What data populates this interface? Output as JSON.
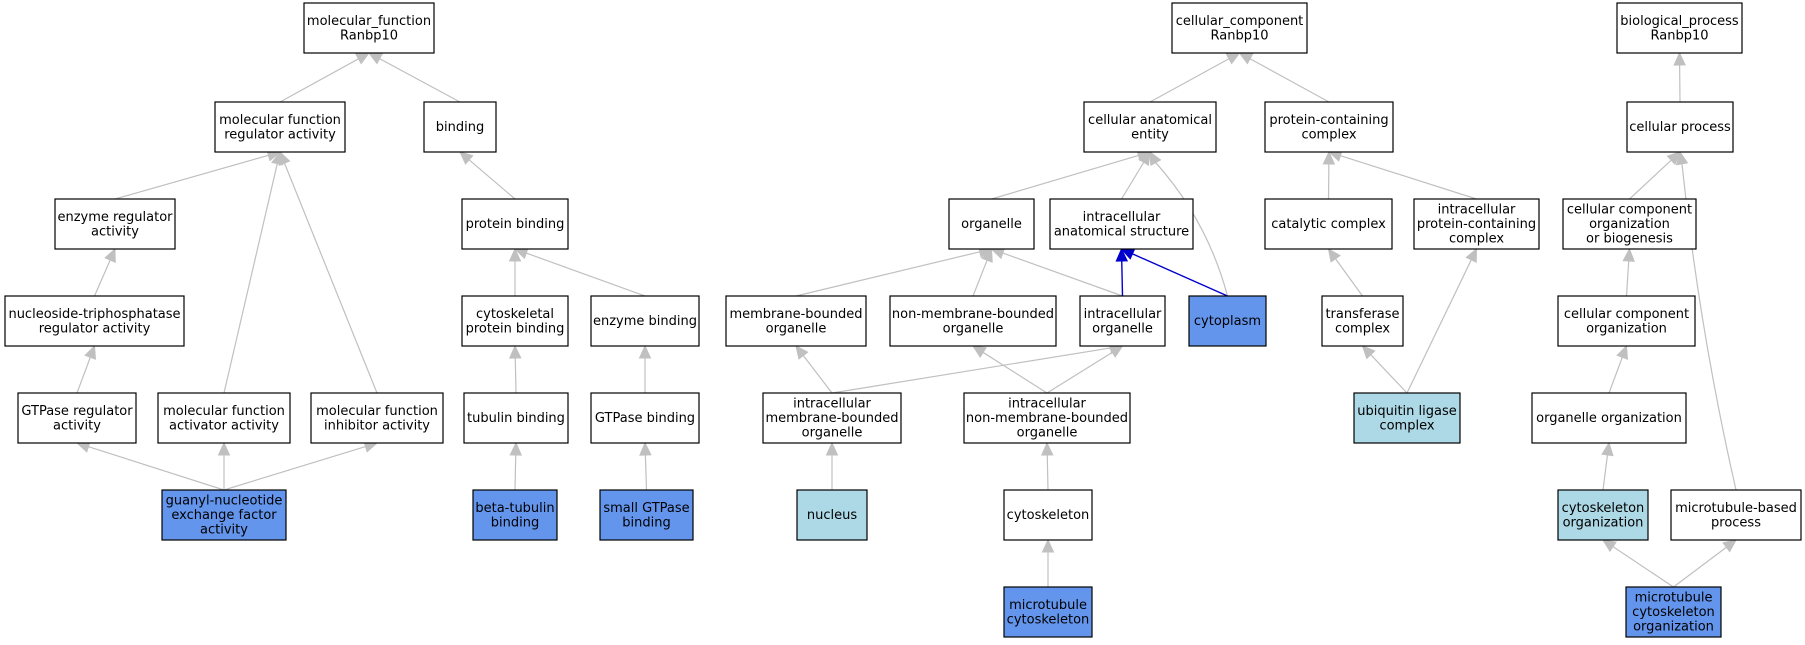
{
  "colors": {
    "node_fill_default": "#ffffff",
    "node_fill_highlight": "#6495ed",
    "node_fill_light": "#add8e6",
    "node_stroke": "#000000",
    "edge_default": "#c0c0c0",
    "edge_highlight": "#0000cd"
  },
  "nodes": {
    "mf_root": {
      "lines": [
        "molecular_function",
        "Ranbp10"
      ],
      "style": "default"
    },
    "mf_regulator": {
      "lines": [
        "molecular function",
        "regulator activity"
      ],
      "style": "default"
    },
    "binding": {
      "lines": [
        "binding"
      ],
      "style": "default"
    },
    "enzyme_regulator": {
      "lines": [
        "enzyme regulator",
        "activity"
      ],
      "style": "default"
    },
    "protein_binding": {
      "lines": [
        "protein binding"
      ],
      "style": "default"
    },
    "ntpase_regulator": {
      "lines": [
        "nucleoside-triphosphatase",
        "regulator activity"
      ],
      "style": "default"
    },
    "cytoskeletal_protein_binding": {
      "lines": [
        "cytoskeletal",
        "protein binding"
      ],
      "style": "default"
    },
    "enzyme_binding": {
      "lines": [
        "enzyme binding"
      ],
      "style": "default"
    },
    "gtpase_regulator": {
      "lines": [
        "GTPase regulator",
        "activity"
      ],
      "style": "default"
    },
    "mf_activator": {
      "lines": [
        "molecular function",
        "activator activity"
      ],
      "style": "default"
    },
    "mf_inhibitor": {
      "lines": [
        "molecular function",
        "inhibitor activity"
      ],
      "style": "default"
    },
    "tubulin_binding": {
      "lines": [
        "tubulin binding"
      ],
      "style": "default"
    },
    "gtpase_binding": {
      "lines": [
        "GTPase binding"
      ],
      "style": "default"
    },
    "gnef_activity": {
      "lines": [
        "guanyl-nucleotide",
        "exchange factor",
        "activity"
      ],
      "style": "highlight"
    },
    "beta_tubulin_binding": {
      "lines": [
        "beta-tubulin",
        "binding"
      ],
      "style": "highlight"
    },
    "small_gtpase_binding": {
      "lines": [
        "small GTPase",
        "binding"
      ],
      "style": "highlight"
    },
    "cc_root": {
      "lines": [
        "cellular_component",
        "Ranbp10"
      ],
      "style": "default"
    },
    "cellular_anatomical_entity": {
      "lines": [
        "cellular anatomical",
        "entity"
      ],
      "style": "default"
    },
    "protein_containing_complex": {
      "lines": [
        "protein-containing",
        "complex"
      ],
      "style": "default"
    },
    "organelle": {
      "lines": [
        "organelle"
      ],
      "style": "default"
    },
    "intracellular_anatomical_structure": {
      "lines": [
        "intracellular",
        "anatomical structure"
      ],
      "style": "default"
    },
    "catalytic_complex": {
      "lines": [
        "catalytic complex"
      ],
      "style": "default"
    },
    "intracellular_protein_containing_complex": {
      "lines": [
        "intracellular",
        "protein-containing",
        "complex"
      ],
      "style": "default"
    },
    "membrane_bounded_organelle": {
      "lines": [
        "membrane-bounded",
        "organelle"
      ],
      "style": "default"
    },
    "non_membrane_bounded_organelle": {
      "lines": [
        "non-membrane-bounded",
        "organelle"
      ],
      "style": "default"
    },
    "intracellular_organelle": {
      "lines": [
        "intracellular",
        "organelle"
      ],
      "style": "default"
    },
    "cytoplasm": {
      "lines": [
        "cytoplasm"
      ],
      "style": "highlight"
    },
    "transferase_complex": {
      "lines": [
        "transferase",
        "complex"
      ],
      "style": "default"
    },
    "intracellular_membrane_bounded_organelle": {
      "lines": [
        "intracellular",
        "membrane-bounded",
        "organelle"
      ],
      "style": "default"
    },
    "intracellular_non_membrane_bounded_organelle": {
      "lines": [
        "intracellular",
        "non-membrane-bounded",
        "organelle"
      ],
      "style": "default"
    },
    "ubiquitin_ligase_complex": {
      "lines": [
        "ubiquitin ligase",
        "complex"
      ],
      "style": "light"
    },
    "nucleus": {
      "lines": [
        "nucleus"
      ],
      "style": "light"
    },
    "cytoskeleton": {
      "lines": [
        "cytoskeleton"
      ],
      "style": "default"
    },
    "microtubule_cytoskeleton": {
      "lines": [
        "microtubule",
        "cytoskeleton"
      ],
      "style": "highlight"
    },
    "bp_root": {
      "lines": [
        "biological_process",
        "Ranbp10"
      ],
      "style": "default"
    },
    "cellular_process": {
      "lines": [
        "cellular process"
      ],
      "style": "default"
    },
    "cc_organization_or_biogenesis": {
      "lines": [
        "cellular component",
        "organization",
        "or biogenesis"
      ],
      "style": "default"
    },
    "cc_organization": {
      "lines": [
        "cellular component",
        "organization"
      ],
      "style": "default"
    },
    "organelle_organization": {
      "lines": [
        "organelle organization"
      ],
      "style": "default"
    },
    "cytoskeleton_organization": {
      "lines": [
        "cytoskeleton",
        "organization"
      ],
      "style": "light"
    },
    "microtubule_based_process": {
      "lines": [
        "microtubule-based",
        "process"
      ],
      "style": "default"
    },
    "microtubule_cytoskeleton_organization": {
      "lines": [
        "microtubule",
        "cytoskeleton",
        "organization"
      ],
      "style": "highlight"
    }
  },
  "edges": [
    {
      "from": "mf_regulator",
      "to": "mf_root",
      "style": "default"
    },
    {
      "from": "binding",
      "to": "mf_root",
      "style": "default"
    },
    {
      "from": "enzyme_regulator",
      "to": "mf_regulator",
      "style": "default"
    },
    {
      "from": "mf_activator",
      "to": "mf_regulator",
      "style": "default"
    },
    {
      "from": "mf_inhibitor",
      "to": "mf_regulator",
      "style": "default"
    },
    {
      "from": "protein_binding",
      "to": "binding",
      "style": "default"
    },
    {
      "from": "ntpase_regulator",
      "to": "enzyme_regulator",
      "style": "default"
    },
    {
      "from": "cytoskeletal_protein_binding",
      "to": "protein_binding",
      "style": "default"
    },
    {
      "from": "enzyme_binding",
      "to": "protein_binding",
      "style": "default"
    },
    {
      "from": "gtpase_regulator",
      "to": "ntpase_regulator",
      "style": "default"
    },
    {
      "from": "tubulin_binding",
      "to": "cytoskeletal_protein_binding",
      "style": "default"
    },
    {
      "from": "gtpase_binding",
      "to": "enzyme_binding",
      "style": "default"
    },
    {
      "from": "gnef_activity",
      "to": "gtpase_regulator",
      "style": "default"
    },
    {
      "from": "gnef_activity",
      "to": "mf_activator",
      "style": "default"
    },
    {
      "from": "gnef_activity",
      "to": "mf_inhibitor",
      "style": "default"
    },
    {
      "from": "beta_tubulin_binding",
      "to": "tubulin_binding",
      "style": "default"
    },
    {
      "from": "small_gtpase_binding",
      "to": "gtpase_binding",
      "style": "default"
    },
    {
      "from": "cellular_anatomical_entity",
      "to": "cc_root",
      "style": "default"
    },
    {
      "from": "protein_containing_complex",
      "to": "cc_root",
      "style": "default"
    },
    {
      "from": "organelle",
      "to": "cellular_anatomical_entity",
      "style": "default"
    },
    {
      "from": "intracellular_anatomical_structure",
      "to": "cellular_anatomical_entity",
      "style": "default"
    },
    {
      "from": "cytoplasm",
      "to": "cellular_anatomical_entity",
      "style": "default",
      "curve": 18
    },
    {
      "from": "catalytic_complex",
      "to": "protein_containing_complex",
      "style": "default"
    },
    {
      "from": "intracellular_protein_containing_complex",
      "to": "protein_containing_complex",
      "style": "default"
    },
    {
      "from": "membrane_bounded_organelle",
      "to": "organelle",
      "style": "default"
    },
    {
      "from": "non_membrane_bounded_organelle",
      "to": "organelle",
      "style": "default"
    },
    {
      "from": "intracellular_organelle",
      "to": "organelle",
      "style": "default"
    },
    {
      "from": "intracellular_organelle",
      "to": "intracellular_anatomical_structure",
      "style": "highlight"
    },
    {
      "from": "cytoplasm",
      "to": "intracellular_anatomical_structure",
      "style": "highlight"
    },
    {
      "from": "transferase_complex",
      "to": "catalytic_complex",
      "style": "default"
    },
    {
      "from": "intracellular_membrane_bounded_organelle",
      "to": "membrane_bounded_organelle",
      "style": "default"
    },
    {
      "from": "intracellular_membrane_bounded_organelle",
      "to": "intracellular_organelle",
      "style": "default"
    },
    {
      "from": "intracellular_non_membrane_bounded_organelle",
      "to": "non_membrane_bounded_organelle",
      "style": "default"
    },
    {
      "from": "intracellular_non_membrane_bounded_organelle",
      "to": "intracellular_organelle",
      "style": "default"
    },
    {
      "from": "ubiquitin_ligase_complex",
      "to": "transferase_complex",
      "style": "default"
    },
    {
      "from": "ubiquitin_ligase_complex",
      "to": "intracellular_protein_containing_complex",
      "style": "default"
    },
    {
      "from": "nucleus",
      "to": "intracellular_membrane_bounded_organelle",
      "style": "default"
    },
    {
      "from": "cytoskeleton",
      "to": "intracellular_non_membrane_bounded_organelle",
      "style": "default"
    },
    {
      "from": "microtubule_cytoskeleton",
      "to": "cytoskeleton",
      "style": "default"
    },
    {
      "from": "cellular_process",
      "to": "bp_root",
      "style": "default"
    },
    {
      "from": "cc_organization_or_biogenesis",
      "to": "cellular_process",
      "style": "default"
    },
    {
      "from": "microtubule_based_process",
      "to": "cellular_process",
      "style": "default",
      "curve": -10
    },
    {
      "from": "cc_organization",
      "to": "cc_organization_or_biogenesis",
      "style": "default"
    },
    {
      "from": "organelle_organization",
      "to": "cc_organization",
      "style": "default"
    },
    {
      "from": "cytoskeleton_organization",
      "to": "organelle_organization",
      "style": "default"
    },
    {
      "from": "microtubule_cytoskeleton_organization",
      "to": "cytoskeleton_organization",
      "style": "default"
    },
    {
      "from": "microtubule_cytoskeleton_organization",
      "to": "microtubule_based_process",
      "style": "default"
    }
  ]
}
